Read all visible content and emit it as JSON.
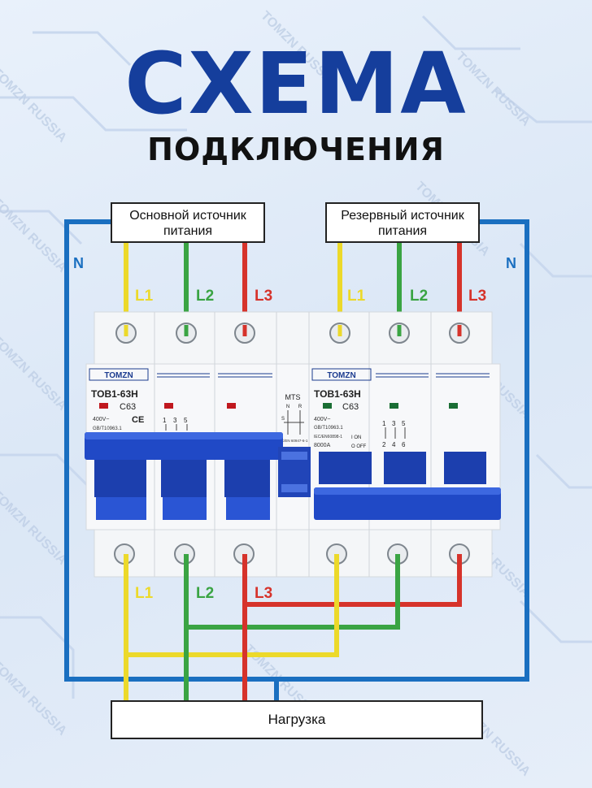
{
  "header": {
    "title": "СХЕМА",
    "subtitle": "ПОДКЛЮЧЕНИЯ"
  },
  "sources": {
    "main": "Основной источник питания",
    "reserve": "Резервный источник питания"
  },
  "load": "Нагрузка",
  "neutral_left": "N",
  "neutral_right": "N",
  "phases": [
    "L1",
    "L2",
    "L3"
  ],
  "watermark": "TOMZN RUSSIA",
  "breaker_main": {
    "brand": "TOMZN",
    "model": "TOB1-63H",
    "rating": "C63",
    "voltage": "400V~",
    "cert": "CE",
    "standard": "GB/T10963.1",
    "terminals": [
      "1",
      "3",
      "5"
    ],
    "indicator_color": "#c0181e"
  },
  "breaker_reserve": {
    "brand": "TOMZN",
    "model": "TOB1-63H",
    "rating": "C63",
    "voltage": "400V~",
    "standard": "GB/T10963.1",
    "standard2": "IEC/EN60898-1",
    "capacity": "8000A",
    "on_label": "I ON",
    "off_label": "O OFF",
    "terminals_top": [
      "1",
      "3",
      "5"
    ],
    "terminals_bottom": [
      "2",
      "4",
      "6"
    ],
    "indicator_color": "#1a6e34"
  },
  "mts": {
    "label": "MTS",
    "n": "N",
    "r": "R",
    "s": "S",
    "standard": "IEC/EN 60947-6-1"
  },
  "colors": {
    "title": "#153e9c",
    "neutral": "#1a6fc0",
    "l1": "#ecd92a",
    "l2": "#3aa443",
    "l3": "#d6332b",
    "handle": "#1e47c4"
  }
}
